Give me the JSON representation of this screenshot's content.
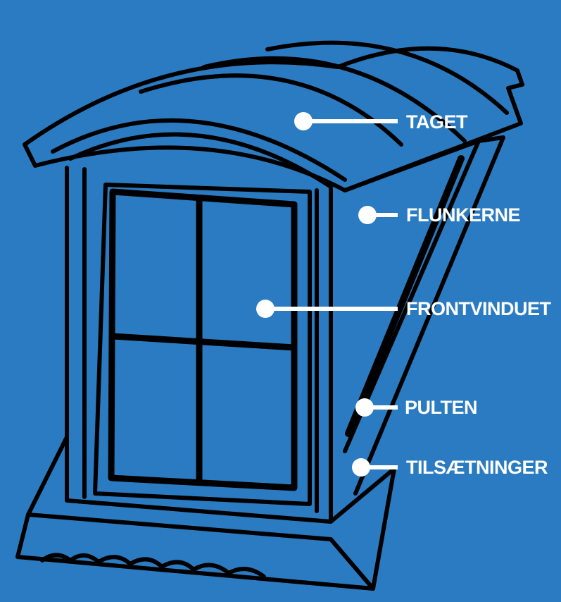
{
  "diagram": {
    "background_color": "#2a7bc1",
    "labels": [
      {
        "id": "taget",
        "text": "TAGET"
      },
      {
        "id": "flunkerne",
        "text": "FLUNKERNE"
      },
      {
        "id": "frontvinduet",
        "text": "FRONTVINDUET"
      },
      {
        "id": "pulten",
        "text": "PULTEN"
      },
      {
        "id": "tilsaetninger",
        "text": "TILSÆTNINGER"
      }
    ]
  }
}
